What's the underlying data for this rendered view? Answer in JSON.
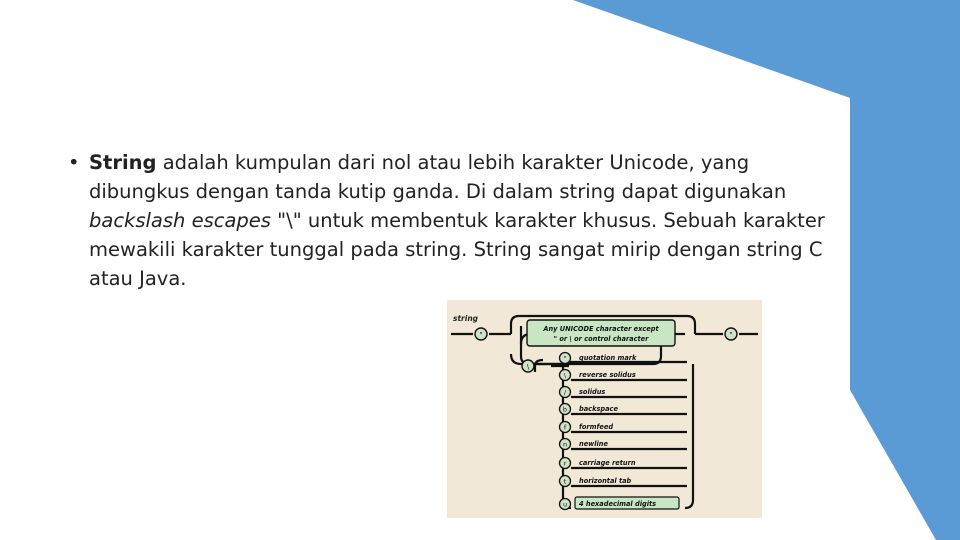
{
  "colors": {
    "accent_blue": "#5b9bd5",
    "diagram_bg": "#f2e8d8",
    "pill_fill": "#c8e6c4",
    "circle_fill": "#cfe3c9",
    "line": "#111111"
  },
  "slide": {
    "bullet_char": "•",
    "para": {
      "t1": "String",
      "t2": " adalah kumpulan dari nol atau lebih karakter Unicode, yang dibungkus dengan tanda kutip ganda. Di dalam string dapat digunakan ",
      "t3": "backslash escapes",
      "t4": " \"\\\" untuk membentuk karakter khusus. Sebuah karakter mewakili karakter tunggal pada string. String sangat mirip dengan string C atau Java."
    }
  },
  "diagram": {
    "label": "string",
    "start_quote": "\"",
    "end_quote": "\"",
    "main_box_line1": "Any UNICODE character except",
    "main_box_line2": "\" or \\ or control character",
    "backslash": "\\",
    "escapes": [
      {
        "symbol": "\"",
        "label": "quotation mark"
      },
      {
        "symbol": "\\",
        "label": "reverse solidus"
      },
      {
        "symbol": "/",
        "label": "solidus"
      },
      {
        "symbol": "b",
        "label": "backspace"
      },
      {
        "symbol": "f",
        "label": "formfeed"
      },
      {
        "symbol": "n",
        "label": "newline"
      },
      {
        "symbol": "r",
        "label": "carriage return"
      },
      {
        "symbol": "t",
        "label": "horizontal tab"
      },
      {
        "symbol": "u",
        "label": "4 hexadecimal digits"
      }
    ]
  }
}
